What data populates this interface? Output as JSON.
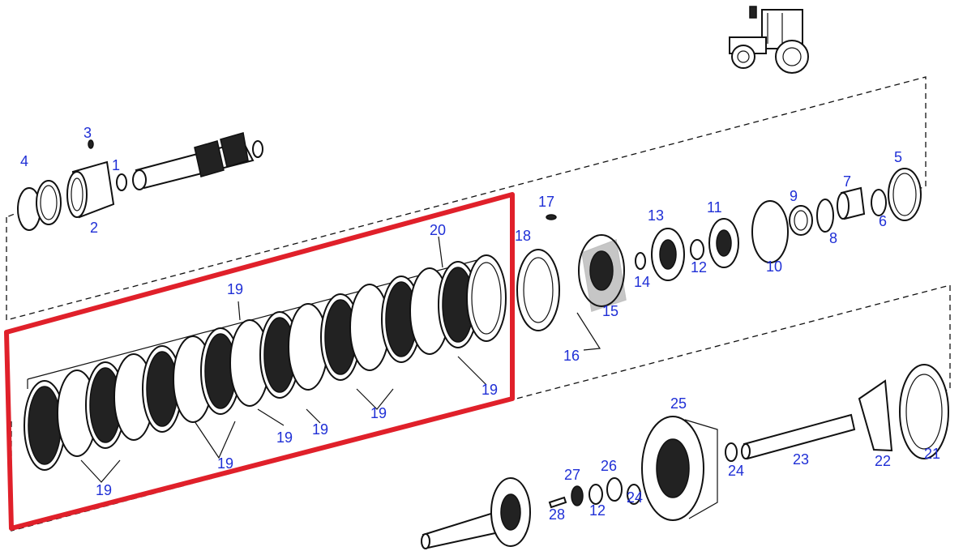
{
  "diagram": {
    "labels": {
      "p1": "1",
      "p2": "2",
      "p3": "3",
      "p4": "4",
      "p5": "5",
      "p6": "6",
      "p7": "7",
      "p8": "8",
      "p9": "9",
      "p10": "10",
      "p11": "11",
      "p12a": "12",
      "p12b": "12",
      "p13": "13",
      "p14": "14",
      "p15": "15",
      "p16": "16",
      "p17": "17",
      "p18": "18",
      "p19a": "19",
      "p19b": "19",
      "p19c": "19",
      "p19d": "19",
      "p19e": "19",
      "p19f": "19",
      "p19g": "19",
      "p20": "20",
      "p21": "21",
      "p22": "22",
      "p23": "23",
      "p24a": "24",
      "p24b": "24",
      "p25": "25",
      "p26": "26",
      "p27": "27",
      "p28": "28"
    },
    "label_color": "#1f2fd6",
    "highlight_color": "#e0202a",
    "icon": "tractor-icon"
  }
}
